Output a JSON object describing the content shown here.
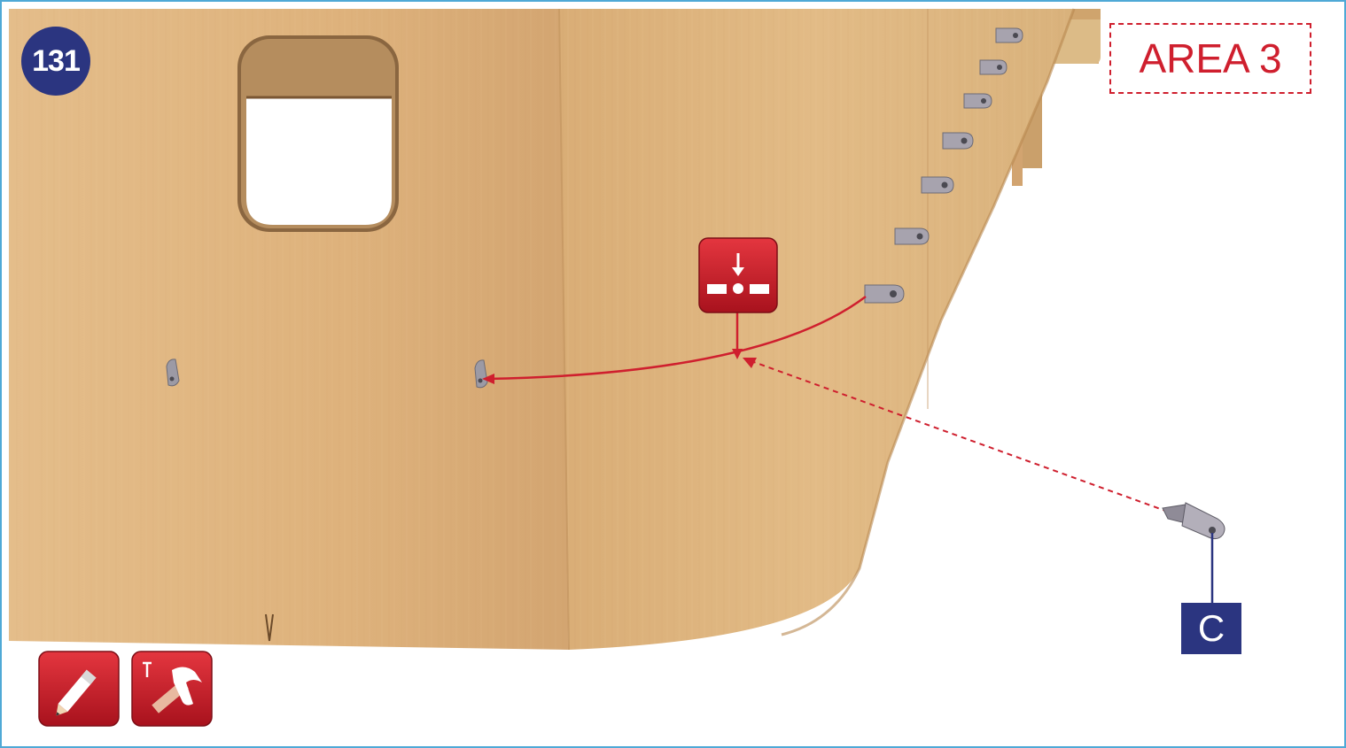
{
  "step": {
    "number": "131"
  },
  "area": {
    "label": "AREA 3"
  },
  "part": {
    "label": "C"
  },
  "icons": {
    "center_mark": "center-mark-icon",
    "tools": [
      "pencil-icon",
      "hammer-icon"
    ]
  },
  "colors": {
    "badge_navy": "#2b3580",
    "accent_red": "#cf1f2e",
    "frame_blue": "#4fa9d6",
    "wood": "#dcb07a"
  }
}
